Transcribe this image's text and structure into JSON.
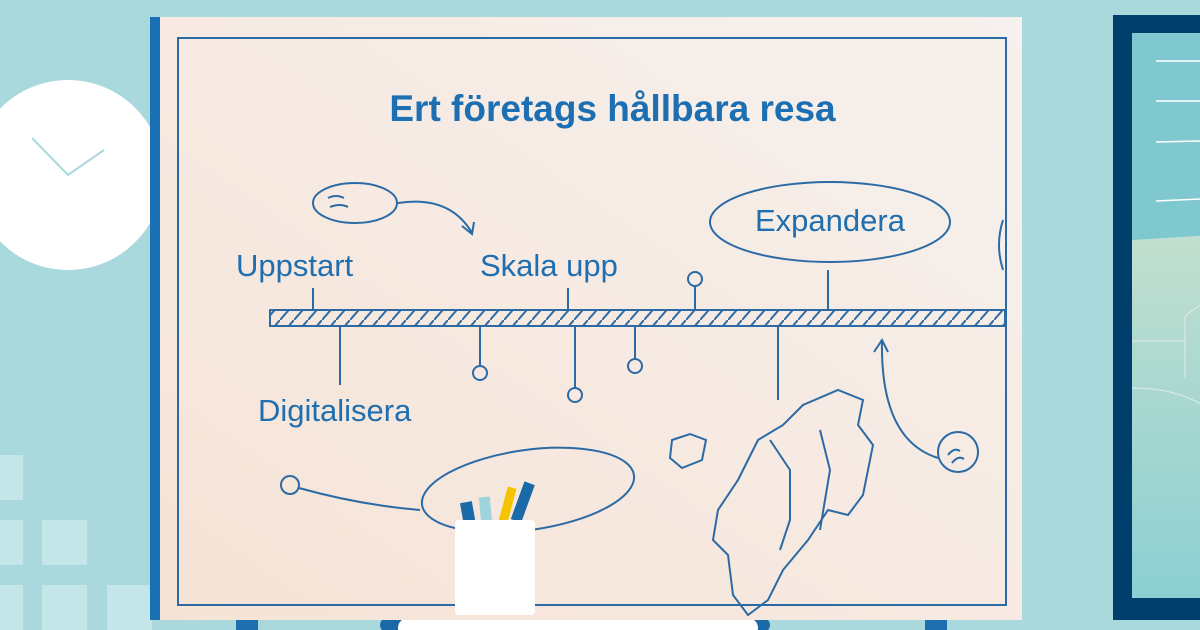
{
  "board": {
    "title": "Ert företags hållbara resa",
    "milestones": {
      "start": "Uppstart",
      "scale": "Skala upp",
      "expand": "Expandera",
      "digital": "Digitalisera"
    }
  },
  "colors": {
    "background": "#a9d9dd",
    "ink": "#1f6fb0",
    "frame": "#003f6b"
  }
}
